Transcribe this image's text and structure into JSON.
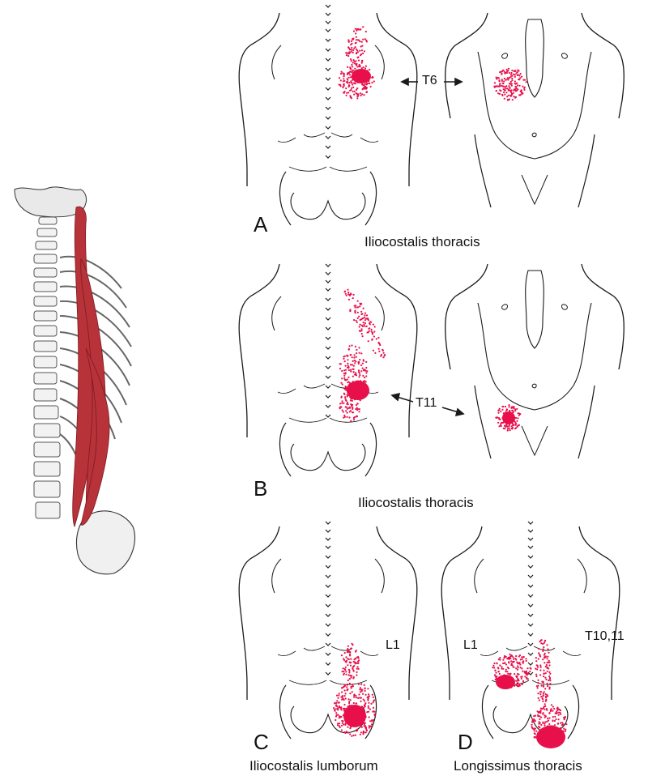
{
  "panels": [
    {
      "letter": "A",
      "caption": "Iliocostalis thoracis",
      "level": "T6"
    },
    {
      "letter": "B",
      "caption": "Iliocostalis thoracis",
      "level": "T11"
    },
    {
      "letter": "C",
      "caption": "Iliocostalis lumborum",
      "level": "L1"
    },
    {
      "letter": "D",
      "caption": "Longissimus thoracis",
      "level_left": "L1",
      "level_right": "T10,11"
    }
  ],
  "colors": {
    "pain": "#e8104a",
    "muscle": "#b8323a",
    "outline": "#1a1a1a",
    "bone": "#cfcfcf"
  }
}
